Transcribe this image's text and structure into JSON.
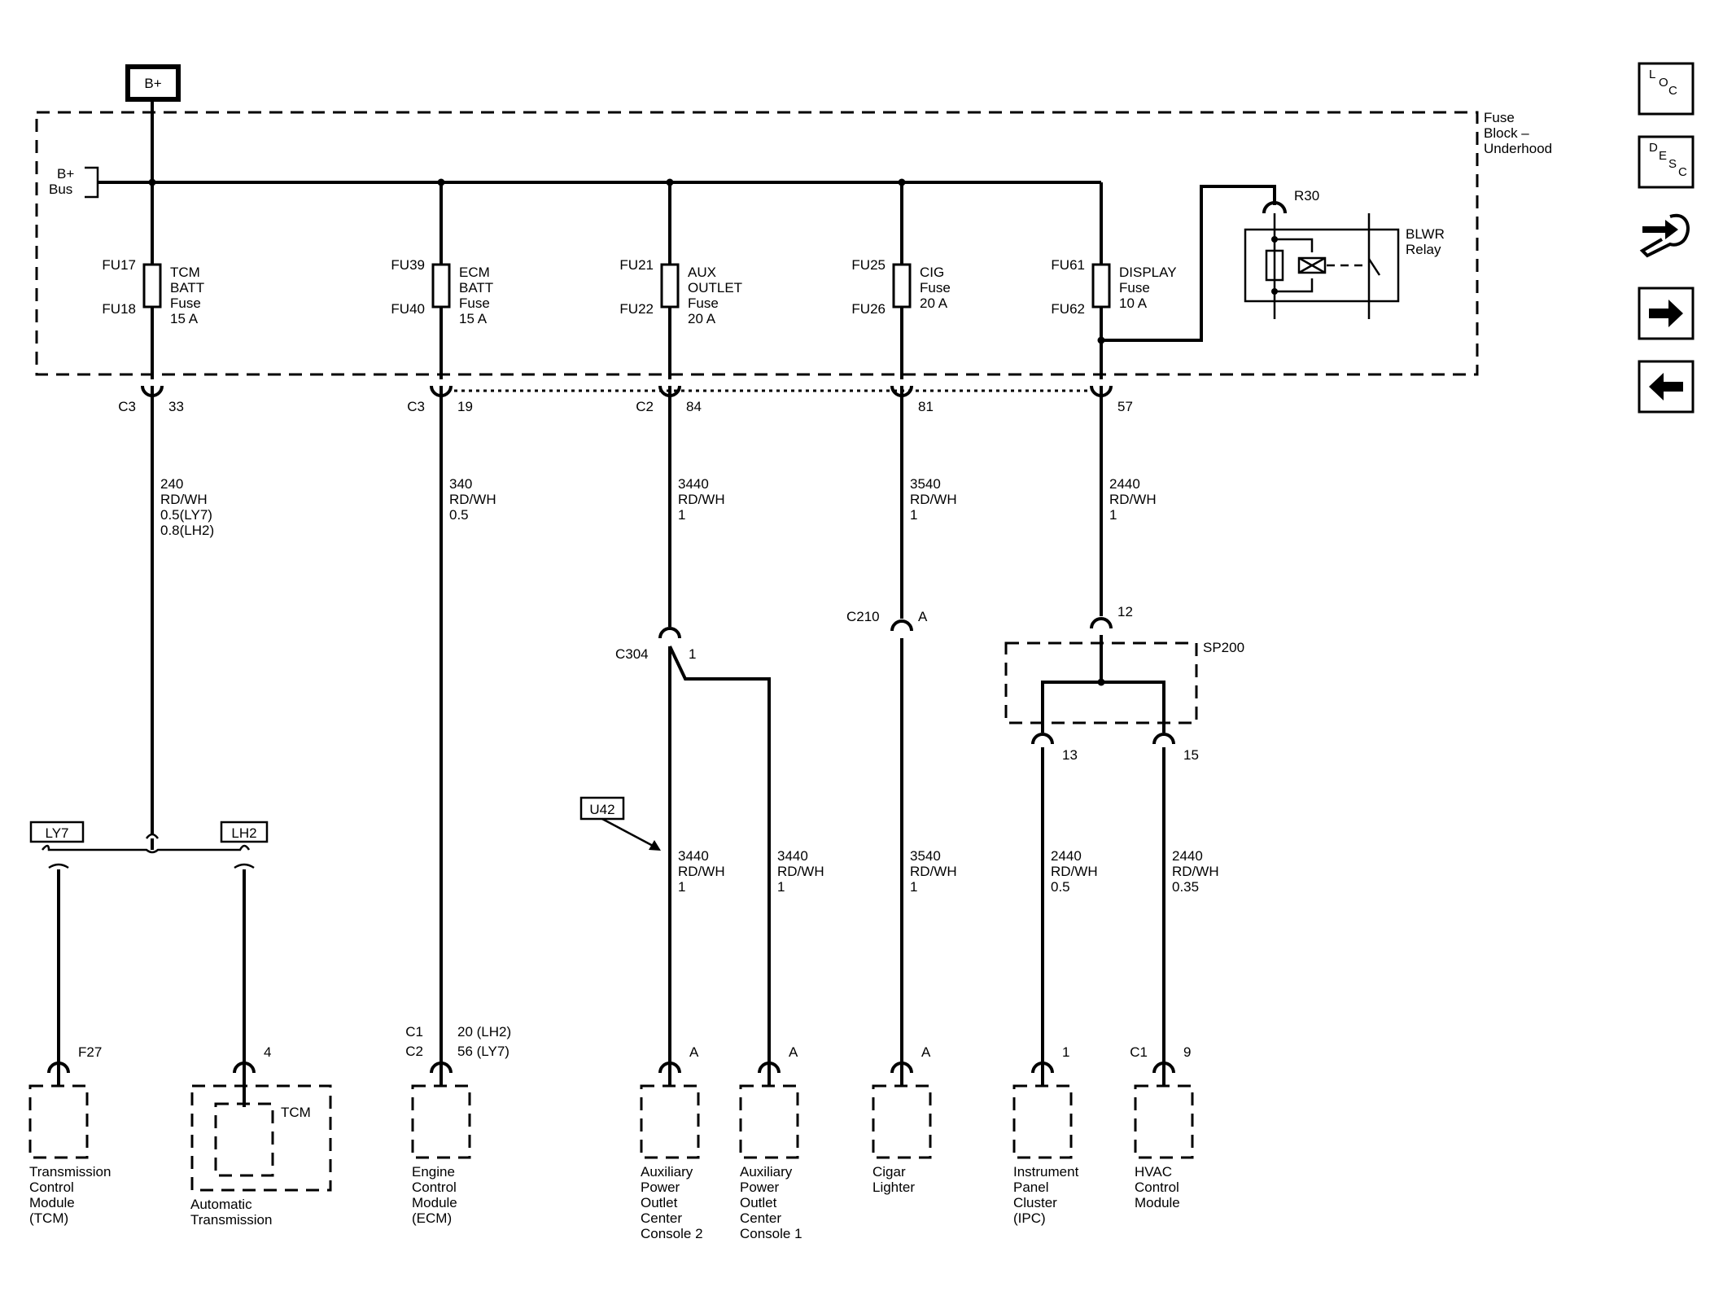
{
  "power": {
    "source": "B+",
    "bus": [
      "B+",
      "Bus"
    ]
  },
  "fuse_block": {
    "lines": [
      "Fuse",
      "Block –",
      "Underhood"
    ]
  },
  "fuses": [
    {
      "top_id": "FU17",
      "bot_id": "FU18",
      "lines": [
        "TCM",
        "BATT",
        "Fuse",
        "15 A"
      ]
    },
    {
      "top_id": "FU39",
      "bot_id": "FU40",
      "lines": [
        "ECM",
        "BATT",
        "Fuse",
        "15 A"
      ]
    },
    {
      "top_id": "FU21",
      "bot_id": "FU22",
      "lines": [
        "AUX",
        "OUTLET",
        "Fuse",
        "20 A"
      ]
    },
    {
      "top_id": "FU25",
      "bot_id": "FU26",
      "lines": [
        "CIG",
        "Fuse",
        "20 A"
      ]
    },
    {
      "top_id": "FU61",
      "bot_id": "FU62",
      "lines": [
        "DISPLAY",
        "Fuse",
        "10 A"
      ]
    }
  ],
  "relay": {
    "pin": "R30",
    "lines": [
      "BLWR",
      "Relay"
    ]
  },
  "connectors_top": [
    {
      "name": "C3",
      "pin": "33"
    },
    {
      "name": "C3",
      "pin": "19"
    },
    {
      "name": "C2",
      "pin": "84"
    },
    {
      "name": "",
      "pin": "81"
    },
    {
      "name": "",
      "pin": "57"
    }
  ],
  "wires_top": [
    [
      "240",
      "RD/WH",
      "0.5(LY7)",
      "0.8(LH2)"
    ],
    [
      "340",
      "RD/WH",
      "0.5"
    ],
    [
      "3440",
      "RD/WH",
      "1"
    ],
    [
      "3540",
      "RD/WH",
      "1"
    ],
    [
      "2440",
      "RD/WH",
      "1"
    ]
  ],
  "inline": {
    "c304": {
      "name": "C304",
      "pin": "1"
    },
    "c210": {
      "name": "C210",
      "pin": "A"
    },
    "sp200_in": {
      "pin": "12"
    },
    "sp200": {
      "name": "SP200"
    },
    "sp200_out": [
      "13",
      "15"
    ],
    "u42": "U42"
  },
  "options": {
    "ly7": "LY7",
    "lh2": "LH2"
  },
  "wires_bottom": [
    [
      "3440",
      "RD/WH",
      "1"
    ],
    [
      "3440",
      "RD/WH",
      "1"
    ],
    [
      "3540",
      "RD/WH",
      "1"
    ],
    [
      "2440",
      "RD/WH",
      "0.5"
    ],
    [
      "2440",
      "RD/WH",
      "0.35"
    ]
  ],
  "components": [
    {
      "pin": "F27",
      "conn": "",
      "lines": [
        "Transmission",
        "Control",
        "Module",
        "(TCM)"
      ]
    },
    {
      "pin": "4",
      "conn": "",
      "inner": "TCM",
      "lines": [
        "Automatic",
        "Transmission"
      ]
    },
    {
      "pin": "",
      "conn": "",
      "conn_pins": [
        [
          "C1",
          "20 (LH2)"
        ],
        [
          "C2",
          "56 (LY7)"
        ]
      ],
      "lines": [
        "Engine",
        "Control",
        "Module",
        "(ECM)"
      ]
    },
    {
      "pin": "A",
      "conn": "",
      "lines": [
        "Auxiliary",
        "Power",
        "Outlet",
        "Center",
        "Console 2"
      ]
    },
    {
      "pin": "A",
      "conn": "",
      "lines": [
        "Auxiliary",
        "Power",
        "Outlet",
        "Center",
        "Console 1"
      ]
    },
    {
      "pin": "A",
      "conn": "",
      "lines": [
        "Cigar",
        "Lighter"
      ]
    },
    {
      "pin": "1",
      "conn": "",
      "lines": [
        "Instrument",
        "Panel",
        "Cluster",
        "(IPC)"
      ]
    },
    {
      "pin": "9",
      "conn": "C1",
      "lines": [
        "HVAC",
        "Control",
        "Module"
      ]
    }
  ],
  "nav": [
    {
      "id": "loc",
      "icon": "location-view-icon",
      "letters": [
        "L",
        "O",
        "C"
      ]
    },
    {
      "id": "desc",
      "icon": "description-view-icon",
      "letters": [
        "D",
        "E",
        "S",
        "C"
      ]
    },
    {
      "id": "diag",
      "icon": "diagnostic-wrench-icon"
    },
    {
      "id": "next",
      "icon": "arrow-right-icon"
    },
    {
      "id": "prev",
      "icon": "arrow-left-icon"
    }
  ]
}
